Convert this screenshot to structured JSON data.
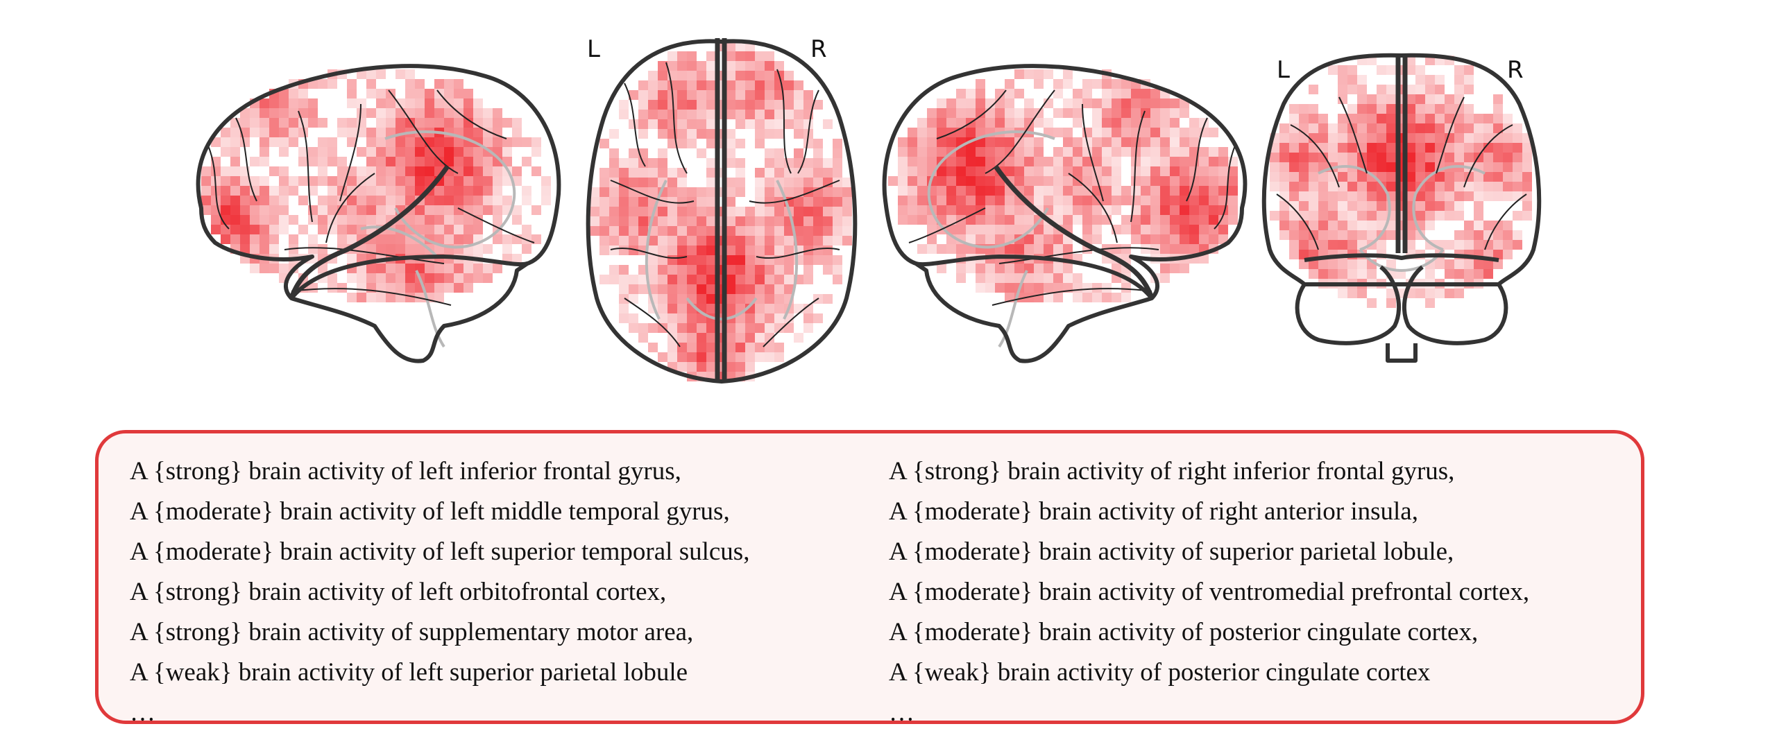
{
  "brain_views": [
    {
      "view": "left-sagittal",
      "labels": []
    },
    {
      "view": "axial",
      "labels": [
        "L",
        "R"
      ]
    },
    {
      "view": "right-sagittal",
      "labels": []
    },
    {
      "view": "coronal",
      "labels": [
        "L",
        "R"
      ]
    }
  ],
  "colors": {
    "activation": "#ee1c24",
    "outline": "#333333",
    "structure": "#b8b8b8",
    "box_border": "#e0393b",
    "box_fill": "#fdf4f3"
  },
  "caption": {
    "left_lines": [
      "A {strong} brain activity of left inferior frontal gyrus,",
      "A {moderate} brain activity of left middle temporal gyrus,",
      "A {moderate} brain activity of left superior temporal sulcus,",
      "A {strong} brain activity of left orbitofrontal cortex,",
      "A {strong} brain activity of supplementary motor area,",
      "A {weak} brain activity of left superior parietal lobule",
      "…"
    ],
    "right_lines": [
      "A {strong} brain activity of right inferior frontal gyrus,",
      "A {moderate} brain activity of right anterior insula,",
      "A {moderate} brain activity of superior parietal lobule,",
      "A {moderate} brain activity of ventromedial prefrontal cortex,",
      "A {moderate} brain activity of posterior cingulate cortex,",
      "A {weak} brain activity of posterior cingulate cortex",
      "…"
    ]
  }
}
